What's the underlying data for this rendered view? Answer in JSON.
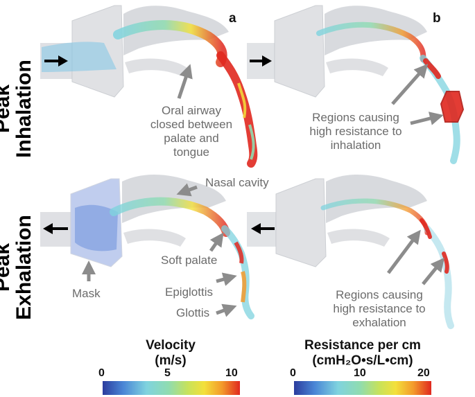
{
  "rows": {
    "inhalation": [
      "Peak",
      "Inhalation"
    ],
    "exhalation": [
      "Peak",
      "Exhalation"
    ]
  },
  "panels": {
    "a": "a",
    "b": "b"
  },
  "annotations": {
    "oral_airway": [
      "Oral airway",
      "closed between",
      "palate and",
      "tongue"
    ],
    "regions_inhalation": [
      "Regions causing",
      "high resistance to",
      "inhalation"
    ],
    "nasal_cavity": "Nasal cavity",
    "soft_palate": "Soft palate",
    "mask": "Mask",
    "epiglottis": "Epiglottis",
    "glottis": "Glottis",
    "regions_exhalation": [
      "Regions causing",
      "high resistance to",
      "exhalation"
    ]
  },
  "colorbars": {
    "velocity": {
      "title": [
        "Velocity",
        "(m/s)"
      ],
      "ticks": [
        "0",
        "5",
        "10"
      ]
    },
    "resistance": {
      "title": [
        "Resistance per cm",
        "(cmH₂O•s/L•cm)"
      ],
      "ticks": [
        "0",
        "10",
        "20"
      ]
    }
  },
  "colors": {
    "jet": [
      "#2b3c9e",
      "#4a86d6",
      "#7fd3df",
      "#8fdcb0",
      "#c7e25b",
      "#f3e03b",
      "#f39a2b",
      "#e0281f"
    ],
    "arrow": "#000000",
    "annotation_arrow": "#8c8c8c"
  },
  "icons": [
    "flow-arrow-right-icon",
    "flow-arrow-left-icon",
    "pointer-arrow-icon"
  ]
}
